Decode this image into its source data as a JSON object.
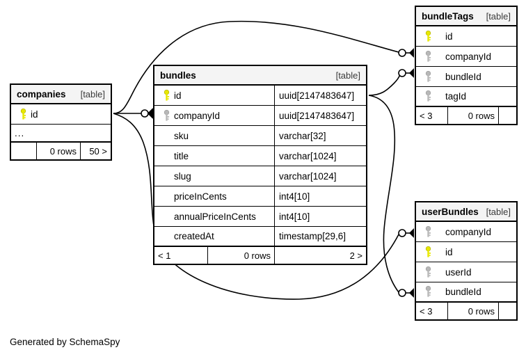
{
  "diagram": {
    "caption": "Generated by SchemaSpy",
    "type_tag": "[table]",
    "row_count_label": "0 rows"
  },
  "tables": {
    "companies": {
      "name": "companies",
      "type_tag": "[table]",
      "columns": [
        {
          "name": "id",
          "key": "primary"
        }
      ],
      "ellipsis": "...",
      "footer": {
        "left": "",
        "middle": "0 rows",
        "right": "50 >"
      }
    },
    "bundles": {
      "name": "bundles",
      "type_tag": "[table]",
      "columns": [
        {
          "name": "id",
          "type": "uuid[2147483647]",
          "key": "primary"
        },
        {
          "name": "companyId",
          "type": "uuid[2147483647]",
          "key": "foreign"
        },
        {
          "name": "sku",
          "type": "varchar[32]",
          "key": "none"
        },
        {
          "name": "title",
          "type": "varchar[1024]",
          "key": "none"
        },
        {
          "name": "slug",
          "type": "varchar[1024]",
          "key": "none"
        },
        {
          "name": "priceInCents",
          "type": "int4[10]",
          "key": "none"
        },
        {
          "name": "annualPriceInCents",
          "type": "int4[10]",
          "key": "none"
        },
        {
          "name": "createdAt",
          "type": "timestamp[29,6]",
          "key": "none"
        }
      ],
      "footer": {
        "left": "< 1",
        "middle": "0 rows",
        "right": "2 >"
      }
    },
    "bundleTags": {
      "name": "bundleTags",
      "type_tag": "[table]",
      "columns": [
        {
          "name": "id",
          "key": "primary"
        },
        {
          "name": "companyId",
          "key": "foreign"
        },
        {
          "name": "bundleId",
          "key": "foreign"
        },
        {
          "name": "tagId",
          "key": "foreign"
        }
      ],
      "footer": {
        "left": "< 3",
        "middle": "0 rows",
        "right": ""
      }
    },
    "userBundles": {
      "name": "userBundles",
      "type_tag": "[table]",
      "columns": [
        {
          "name": "companyId",
          "key": "foreign"
        },
        {
          "name": "id",
          "key": "primary"
        },
        {
          "name": "userId",
          "key": "foreign"
        },
        {
          "name": "bundleId",
          "key": "foreign"
        }
      ],
      "footer": {
        "left": "< 3",
        "middle": "0 rows",
        "right": ""
      }
    }
  },
  "colors": {
    "primary_key": "#e8e800",
    "foreign_key": "#b8b8b8",
    "header_bg": "#f4f4f4",
    "border": "#000000",
    "line": "#000000"
  },
  "relationships": [
    {
      "from": "companies.id",
      "to": "bundleTags.companyId"
    },
    {
      "from": "companies.id",
      "to": "bundles.companyId"
    },
    {
      "from": "companies.id",
      "to": "userBundles.companyId"
    },
    {
      "from": "bundles.id",
      "to": "bundleTags.bundleId"
    },
    {
      "from": "bundles.id",
      "to": "userBundles.bundleId"
    }
  ]
}
